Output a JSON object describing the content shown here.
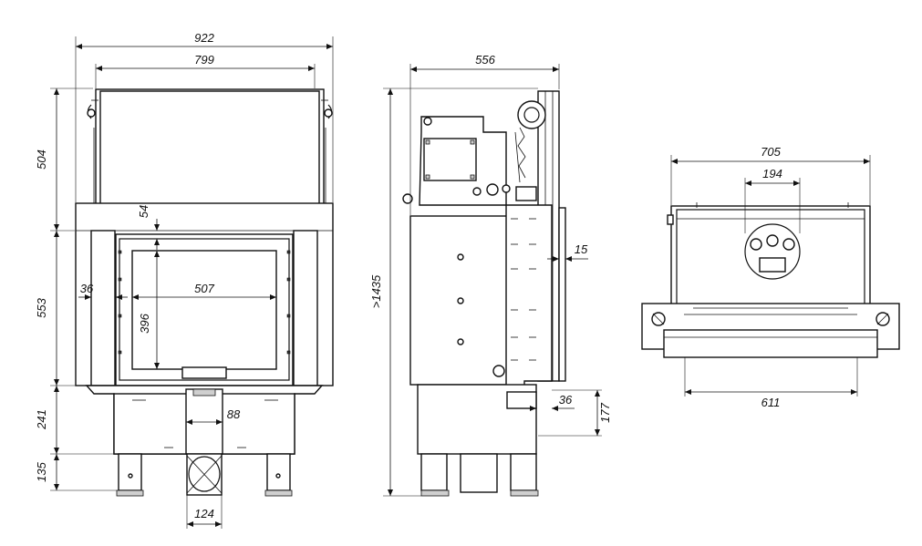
{
  "front_view": {
    "dims": {
      "overall_width": "922",
      "top_width": "799",
      "top_height": "504",
      "door_height": "553",
      "base_height": "241",
      "leg_height": "135",
      "glass_top_offset": "54",
      "side_offset": "36",
      "glass_width": "507",
      "glass_height": "396",
      "duct_width": "88",
      "outlet_width": "124"
    }
  },
  "side_view": {
    "dims": {
      "overall_depth": "556",
      "total_height": ">1435",
      "frame_depth": "15",
      "rear_offset": "36",
      "rear_height": "177"
    }
  },
  "top_view": {
    "dims": {
      "top_width": "705",
      "flue_diameter": "194",
      "base_width": "611"
    }
  }
}
